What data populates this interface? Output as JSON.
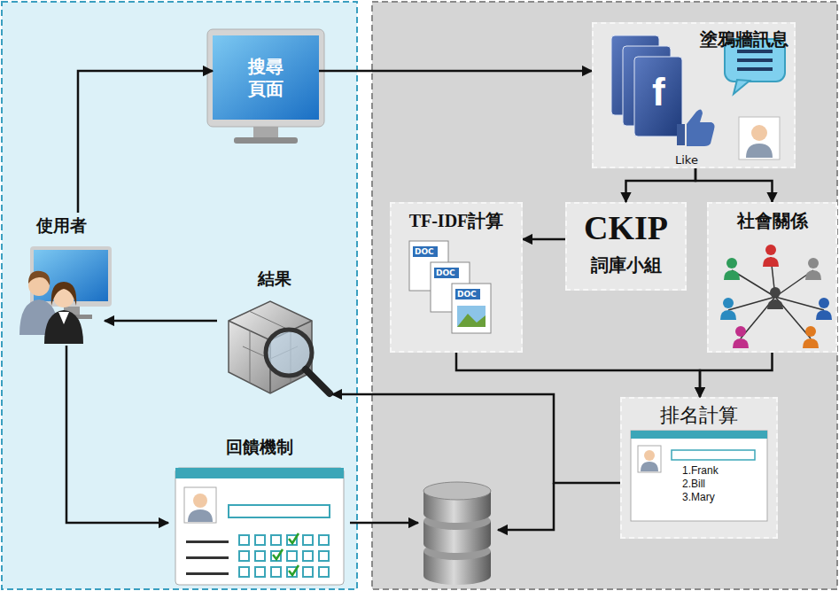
{
  "diagram": {
    "nodes": [
      {
        "text": [
          "使用者"
        ]
      },
      {
        "text": [
          "搜尋 頁面"
        ]
      },
      {
        "text": [
          "塗鴉牆訊息",
          "Like"
        ]
      },
      {
        "text": [
          "TF-IDF計算"
        ]
      },
      {
        "text": [
          "CKIP",
          "詞庫小組"
        ]
      },
      {
        "text": [
          "社會關係"
        ]
      },
      {
        "text": [
          "排名計算",
          "1.Frank",
          "2.Bill",
          "3.Mary"
        ]
      },
      {
        "text": [
          "結果"
        ]
      },
      {
        "text": [
          "回饋機制"
        ]
      }
    ],
    "edges": [
      {
        "from": 0,
        "to": 1,
        "arrow": "to"
      },
      {
        "from": 1,
        "to": 2,
        "arrow": "to"
      },
      {
        "from": 2,
        "to": 4,
        "arrow": "to"
      },
      {
        "from": 2,
        "to": 5,
        "arrow": "to"
      },
      {
        "from": 4,
        "to": 3,
        "arrow": "to"
      },
      {
        "from": 3,
        "to": 6,
        "arrow": "to"
      },
      {
        "from": 5,
        "to": 6,
        "arrow": "to"
      },
      {
        "from": 6,
        "to": 7,
        "arrow": "to"
      },
      {
        "from": 7,
        "to": 0,
        "arrow": "to"
      },
      {
        "from": 0,
        "to": 8,
        "arrow": "to"
      }
    ],
    "labels": [
      "f",
      "DOC",
      "DOC",
      "DOC"
    ]
  }
}
